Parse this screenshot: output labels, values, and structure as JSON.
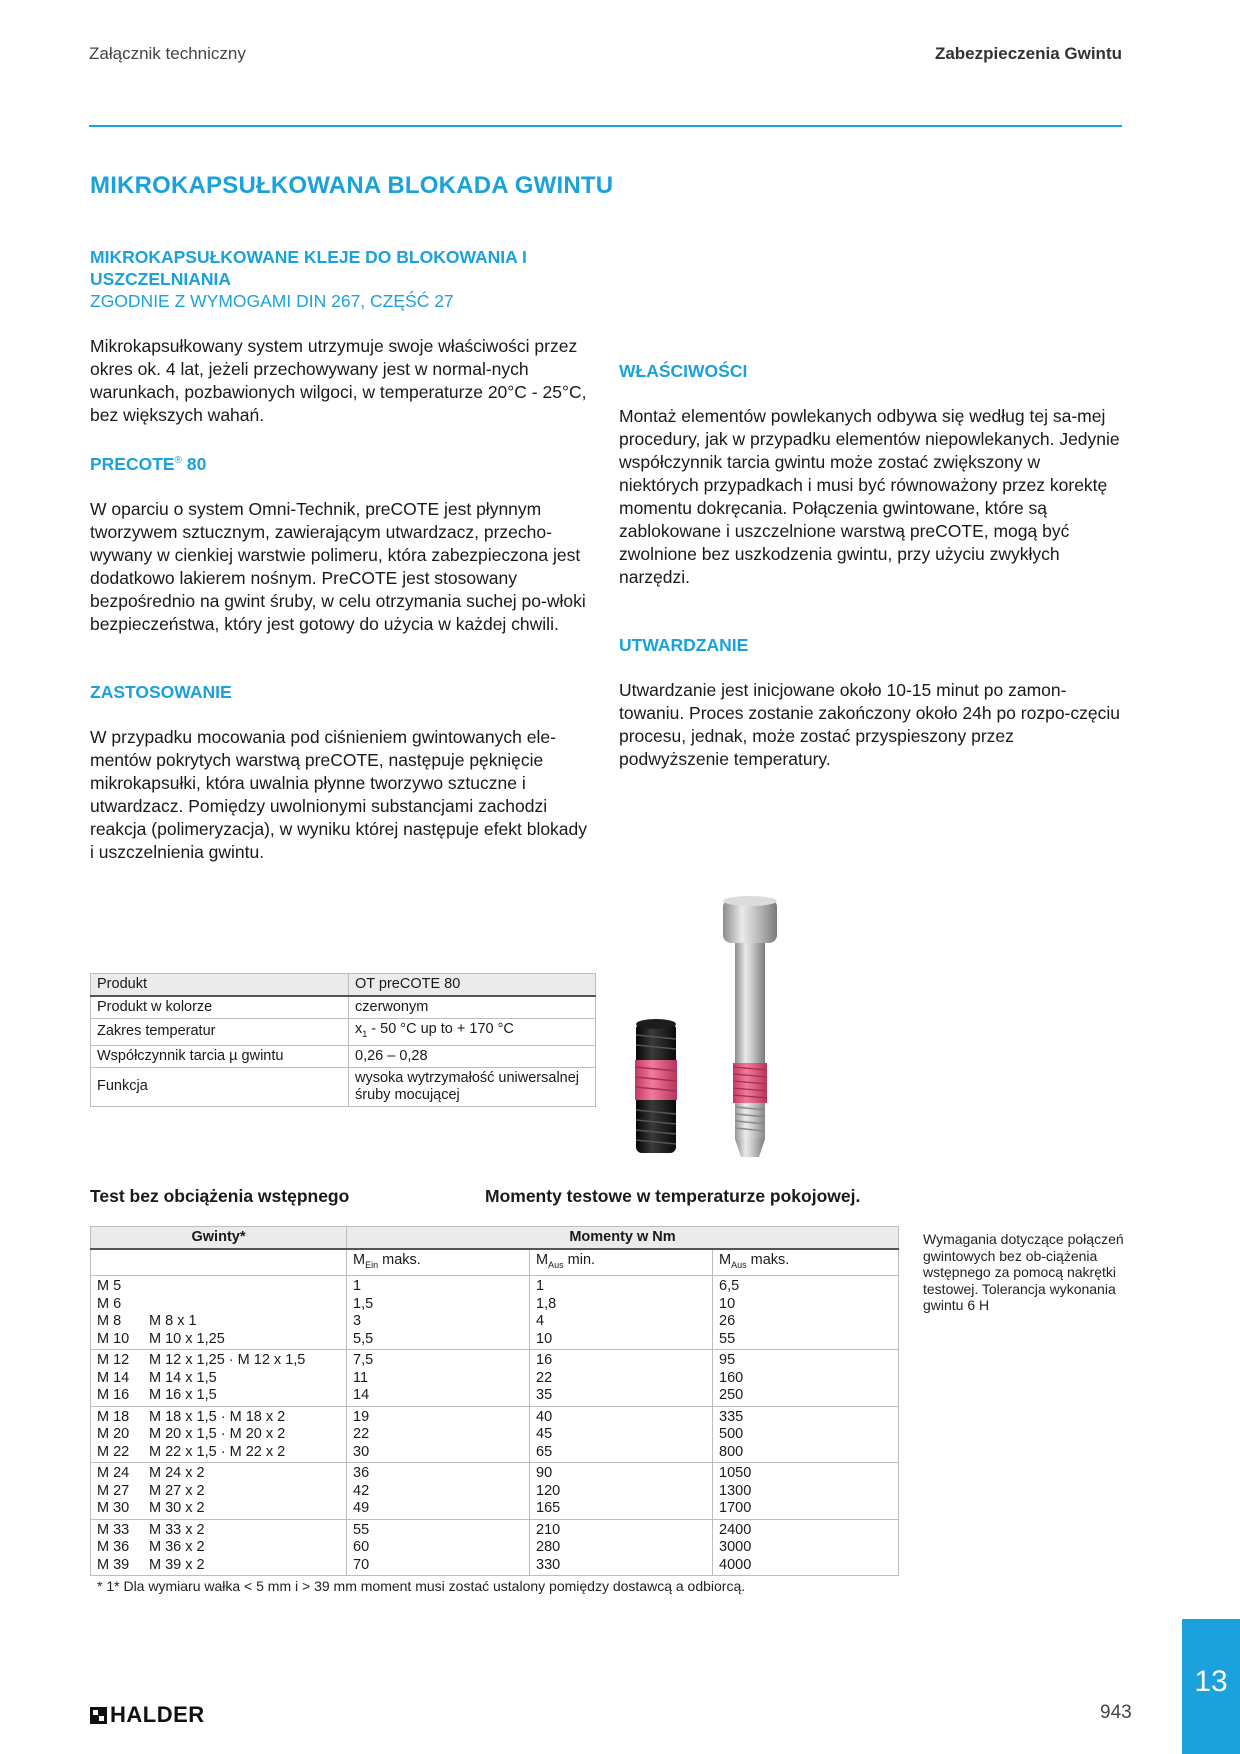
{
  "header": {
    "left": "Załącznik techniczny",
    "right": "Zabezpieczenia Gwintu"
  },
  "main_title": "MIKROKAPSUŁKOWANA BLOKADA GWINTU",
  "left_column": {
    "subtitle_bold_1": "MIKROKAPSUŁKOWANE KLEJE DO BLOKOWANIA I",
    "subtitle_bold_2": "USZCZELNIANIA",
    "subtitle_normal": "ZGODNIE Z WYMOGAMI DIN 267, CZĘŚĆ 27",
    "intro": "Mikrokapsułkowany system utrzymuje swoje właściwości przez okres ok. 4 lat, jeżeli przechowywany jest w normal-nych warunkach, pozbawionych wilgoci, w temperaturze 20°C - 25°C, bez większych wahań.",
    "precote_heading": "PRECOTE",
    "precote_sup": "®",
    "precote_number": " 80",
    "precote_text": "W oparciu o system Omni-Technik, preCOTE jest płynnym tworzywem sztucznym, zawierającym utwardzacz, przecho-wywany w cienkiej warstwie polimeru, która zabezpieczona jest dodatkowo lakierem nośnym. PreCOTE jest stosowany bezpośrednio na gwint śruby, w celu otrzymania suchej po-włoki bezpieczeństwa, który jest gotowy do użycia w każdej chwili.",
    "zastosowanie_heading": "ZASTOSOWANIE",
    "zastosowanie_text": "W przypadku mocowania pod ciśnieniem gwintowanych ele-mentów pokrytych warstwą preCOTE, następuje pęknięcie mikrokapsułki, która uwalnia płynne tworzywo sztuczne i utwardzacz. Pomiędzy uwolnionymi substancjami zachodzi reakcja (polimeryzacja), w wyniku której następuje efekt blokady i uszczelnienia gwintu."
  },
  "right_column": {
    "wlasciwosci_heading": "WŁAŚCIWOŚCI",
    "wlasciwosci_text": "Montaż elementów powlekanych odbywa się według tej sa-mej procedury, jak w przypadku elementów niepowlekanych. Jedynie współczynnik tarcia gwintu może zostać zwiększony w niektórych przypadkach i musi być równoważony przez korektę momentu dokręcania. Połączenia gwintowane, które są zablokowane i uszczelnione warstwą preCOTE, mogą być zwolnione bez uszkodzenia gwintu, przy użyciu zwykłych narzędzi.",
    "utwardzanie_heading": "UTWARDZANIE",
    "utwardzanie_text": "Utwardzanie jest inicjowane około 10-15 minut po zamon-towaniu. Proces zostanie zakończony około 24h po rozpo-częciu procesu, jednak, może zostać przyspieszony przez podwyższenie temperatury."
  },
  "product_table": {
    "rows": [
      {
        "label": "Produkt",
        "value": "OT preCOTE 80"
      },
      {
        "label": "Produkt w kolorze",
        "value": "czerwonym"
      },
      {
        "label": "Zakres temperatur",
        "value_prefix": "x",
        "value_sub": "1",
        "value": " - 50 °C up to + 170 °C"
      },
      {
        "label": "Współczynnik tarcia µ gwintu",
        "value": "0,26 – 0,28"
      },
      {
        "label": "Funkcja",
        "value": "wysoka wytrzymałość uniwersalnej śruby mocującej"
      }
    ]
  },
  "test_heading_left": "Test bez obciążenia wstępnego",
  "test_heading_right": "Momenty testowe w temperaturze pokojowej.",
  "moment_table": {
    "head_threads": "Gwinty*",
    "head_moments": "Momenty w Nm",
    "col2_main": "M",
    "col2_sub": "Ein",
    "col2_tail": " maks.",
    "col3_main": "M",
    "col3_sub": "Aus",
    "col3_tail": " min.",
    "col4_main": "M",
    "col4_sub": "Aus",
    "col4_tail": " maks.",
    "groups": [
      [
        {
          "m": "M 5",
          "fine": "",
          "ein_max": "1",
          "aus_min": "1",
          "aus_max": "6,5"
        },
        {
          "m": "M 6",
          "fine": "",
          "ein_max": "1,5",
          "aus_min": "1,8",
          "aus_max": "10"
        },
        {
          "m": "M 8",
          "fine": "M 8 x 1",
          "ein_max": "3",
          "aus_min": "4",
          "aus_max": "26"
        },
        {
          "m": "M 10",
          "fine": "M 10 x 1,25",
          "ein_max": "5,5",
          "aus_min": "10",
          "aus_max": "55"
        }
      ],
      [
        {
          "m": "M 12",
          "fine": "M 12 x 1,25 · M 12 x 1,5",
          "ein_max": "7,5",
          "aus_min": "16",
          "aus_max": "95"
        },
        {
          "m": "M 14",
          "fine": "M 14 x 1,5",
          "ein_max": "11",
          "aus_min": "22",
          "aus_max": "160"
        },
        {
          "m": "M 16",
          "fine": "M 16 x 1,5",
          "ein_max": "14",
          "aus_min": "35",
          "aus_max": "250"
        }
      ],
      [
        {
          "m": "M 18",
          "fine": "M 18 x 1,5 · M 18 x 2",
          "ein_max": "19",
          "aus_min": "40",
          "aus_max": "335"
        },
        {
          "m": "M 20",
          "fine": "M 20 x 1,5 · M 20 x 2",
          "ein_max": "22",
          "aus_min": "45",
          "aus_max": "500"
        },
        {
          "m": "M 22",
          "fine": "M 22 x 1,5 · M 22 x 2",
          "ein_max": "30",
          "aus_min": "65",
          "aus_max": "800"
        }
      ],
      [
        {
          "m": "M 24",
          "fine": "M 24 x 2",
          "ein_max": "36",
          "aus_min": "90",
          "aus_max": "1050"
        },
        {
          "m": "M 27",
          "fine": "M 27 x 2",
          "ein_max": "42",
          "aus_min": "120",
          "aus_max": "1300"
        },
        {
          "m": "M 30",
          "fine": "M 30 x 2",
          "ein_max": "49",
          "aus_min": "165",
          "aus_max": "1700"
        }
      ],
      [
        {
          "m": "M 33",
          "fine": "M 33 x 2",
          "ein_max": "55",
          "aus_min": "210",
          "aus_max": "2400"
        },
        {
          "m": "M 36",
          "fine": "M 36 x 2",
          "ein_max": "60",
          "aus_min": "280",
          "aus_max": "3000"
        },
        {
          "m": "M 39",
          "fine": "M 39 x 2",
          "ein_max": "70",
          "aus_min": "330",
          "aus_max": "4000"
        }
      ]
    ]
  },
  "side_note": "Wymagania dotyczące połączeń gwintowych bez ob-ciążenia wstępnego za pomocą nakrętki testowej. Tolerancja wykonania gwintu 6 H",
  "footnote": "* 1* Dla wymiaru wałka < 5 mm i > 39 mm moment musi zostać ustalony pomiędzy dostawcą a odbiorcą.",
  "footer": {
    "logo_text": "HALDER",
    "page_number": "943",
    "chapter": "13"
  },
  "colors": {
    "accent": "#1ba1dc",
    "pink_coating": "#e8507a"
  }
}
